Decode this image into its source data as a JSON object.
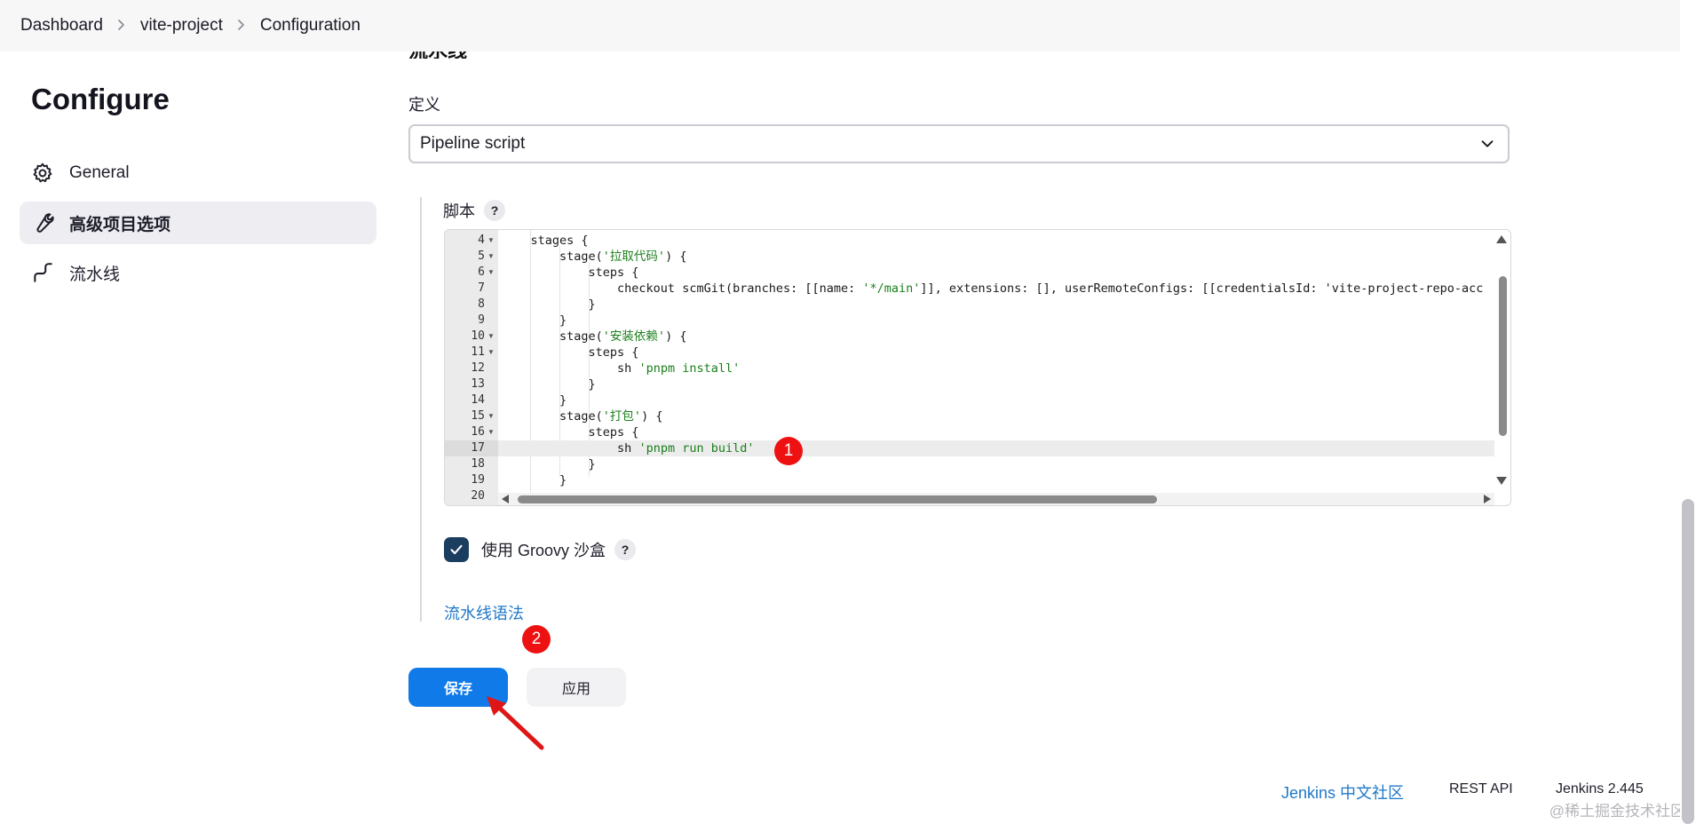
{
  "breadcrumb": {
    "items": [
      "Dashboard",
      "vite-project",
      "Configuration"
    ]
  },
  "partial_section_title": "流水线",
  "sidebar": {
    "title": "Configure",
    "items": [
      {
        "label": "General",
        "icon": "gear-icon",
        "active": false
      },
      {
        "label": "高级项目选项",
        "icon": "wrench-icon",
        "active": true
      },
      {
        "label": "流水线",
        "icon": "pipeline-icon",
        "active": false
      }
    ]
  },
  "definition": {
    "label": "定义",
    "selected": "Pipeline script"
  },
  "script": {
    "label": "脚本",
    "help": "?",
    "lines": [
      {
        "num": "4",
        "fold": true,
        "text": "    stages {"
      },
      {
        "num": "5",
        "fold": true,
        "text": "        stage('拉取代码') {"
      },
      {
        "num": "6",
        "fold": true,
        "text": "            steps {"
      },
      {
        "num": "7",
        "fold": false,
        "text": "                checkout scmGit(branches: [[name: '*/main']], extensions: [], userRemoteConfigs: [[credentialsId: 'vite-project-repo-acc"
      },
      {
        "num": "8",
        "fold": false,
        "text": "            }"
      },
      {
        "num": "9",
        "fold": false,
        "text": "        }"
      },
      {
        "num": "10",
        "fold": true,
        "text": "        stage('安装依赖') {"
      },
      {
        "num": "11",
        "fold": true,
        "text": "            steps {"
      },
      {
        "num": "12",
        "fold": false,
        "text": "                sh 'pnpm install'"
      },
      {
        "num": "13",
        "fold": false,
        "text": "            }"
      },
      {
        "num": "14",
        "fold": false,
        "text": "        }"
      },
      {
        "num": "15",
        "fold": true,
        "text": "        stage('打包') {"
      },
      {
        "num": "16",
        "fold": true,
        "text": "            steps {"
      },
      {
        "num": "17",
        "fold": false,
        "text": "                sh 'pnpm run build'"
      },
      {
        "num": "18",
        "fold": false,
        "text": "            }"
      },
      {
        "num": "19",
        "fold": false,
        "text": "        }"
      },
      {
        "num": "20",
        "fold": false,
        "text": ""
      }
    ],
    "highlighted_line": "17"
  },
  "sandbox": {
    "label": "使用 Groovy 沙盒",
    "checked": true,
    "help": "?"
  },
  "pipeline_syntax_link": "流水线语法",
  "buttons": {
    "save": "保存",
    "apply": "应用"
  },
  "annotations": {
    "marker1": "1",
    "marker2": "2"
  },
  "footer": {
    "community": "Jenkins 中文社区",
    "rest_api": "REST API",
    "version": "Jenkins 2.445"
  },
  "watermark": "@稀土掘金技术社区",
  "colors": {
    "primary": "#0f7ae8",
    "link": "#1f78c8",
    "marker": "#ee1111",
    "checkbox": "#1b3d5f"
  }
}
